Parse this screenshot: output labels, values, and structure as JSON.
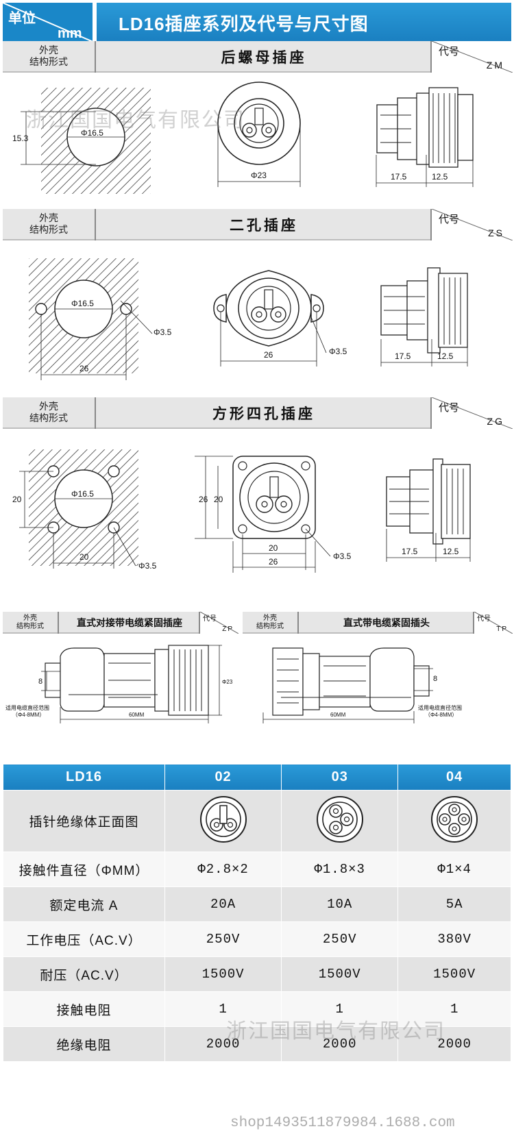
{
  "header": {
    "unit_label": "单位",
    "unit_value": "mm",
    "title": "LD16插座系列及代号与尺寸图"
  },
  "sections": [
    {
      "shell_line1": "外壳",
      "shell_line2": "结构形式",
      "title": "后螺母插座",
      "code_label": "代号",
      "code": "ZM",
      "dims": {
        "hole_h": "15.3",
        "hole_d": "Φ16.5",
        "outer_d": "Φ23",
        "len_a": "17.5",
        "len_b": "12.5"
      }
    },
    {
      "shell_line1": "外壳",
      "shell_line2": "结构形式",
      "title": "二孔插座",
      "code_label": "代号",
      "code": "ZS",
      "dims": {
        "hole_d": "Φ16.5",
        "pin_d": "Φ3.5",
        "span": "26",
        "flange_span": "26",
        "flange_pin": "Φ3.5",
        "len_a": "17.5",
        "len_b": "12.5"
      }
    },
    {
      "shell_line1": "外壳",
      "shell_line2": "结构形式",
      "title": "方形四孔插座",
      "code_label": "代号",
      "code": "ZG",
      "dims": {
        "hole_h": "20",
        "hole_d": "Φ16.5",
        "hole_w": "20",
        "pin_d": "Φ3.5",
        "outer_h": "26",
        "inner_h": "20",
        "inner_w": "20",
        "outer_w": "26",
        "face_pin": "Φ3.5",
        "len_a": "17.5",
        "len_b": "12.5"
      }
    }
  ],
  "cable_left": {
    "shell_line1": "外壳",
    "shell_line2": "结构形式",
    "title": "直式对接带电缆紧固插座",
    "code_label": "代号",
    "code": "ZP",
    "dim_h": "8",
    "dim_d": "Φ23",
    "dim_len": "60MM",
    "range_label": "适用电缆直径范围",
    "range_value": "（Φ4-8MM）"
  },
  "cable_right": {
    "shell_line1": "外壳",
    "shell_line2": "结构形式",
    "title": "直式带电缆紧固插头",
    "code_label": "代号",
    "code": "TP",
    "dim_h": "8",
    "dim_len": "60MM",
    "range_label": "适用电缆直径范围",
    "range_value": "（Φ4-8MM）"
  },
  "watermark": "浙江国国电气有限公司",
  "table": {
    "headers": [
      "LD16",
      "02",
      "03",
      "04"
    ],
    "rows": [
      {
        "label": "插针绝缘体正面图",
        "values": [
          "",
          "",
          ""
        ]
      },
      {
        "label": "接触件直径（ΦMM）",
        "values": [
          "Φ2.8×2",
          "Φ1.8×3",
          "Φ1×4"
        ]
      },
      {
        "label": "额定电流 A",
        "values": [
          "20A",
          "10A",
          "5A"
        ]
      },
      {
        "label": "工作电压（AC.V）",
        "values": [
          "250V",
          "250V",
          "380V"
        ]
      },
      {
        "label": "耐压（AC.V）",
        "values": [
          "1500V",
          "1500V",
          "1500V"
        ]
      },
      {
        "label": "接触电阻",
        "values": [
          "1",
          "1",
          "1"
        ]
      },
      {
        "label": "绝缘电阻",
        "values": [
          "2000",
          "2000",
          "2000"
        ]
      }
    ]
  },
  "footer_url": "shop1493511879984.1688.com"
}
